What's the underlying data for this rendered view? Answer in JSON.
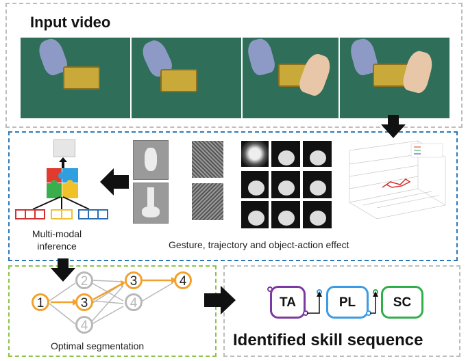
{
  "input_panel": {
    "title": "Input video"
  },
  "feature_panel": {
    "multimodal_label_line1": "Multi-modal",
    "multimodal_label_line2": "inference",
    "caption": "Gesture, trajectory and object-action effect"
  },
  "segmentation_panel": {
    "caption": "Optimal segmentation",
    "nodes": [
      "1",
      "2",
      "3",
      "4",
      "3",
      "4",
      "3",
      "4"
    ]
  },
  "skill_panel": {
    "title": "Identified skill sequence",
    "skills": [
      "TA",
      "PL",
      "SC"
    ]
  },
  "colors": {
    "input_border": "#bdbdbd",
    "feature_border": "#2b78b8",
    "segmentation_border": "#8fc24a",
    "orange_path": "#f2a22c",
    "ta": "#7b3aa0",
    "pl": "#3a9be6",
    "sc": "#2fae4a"
  }
}
